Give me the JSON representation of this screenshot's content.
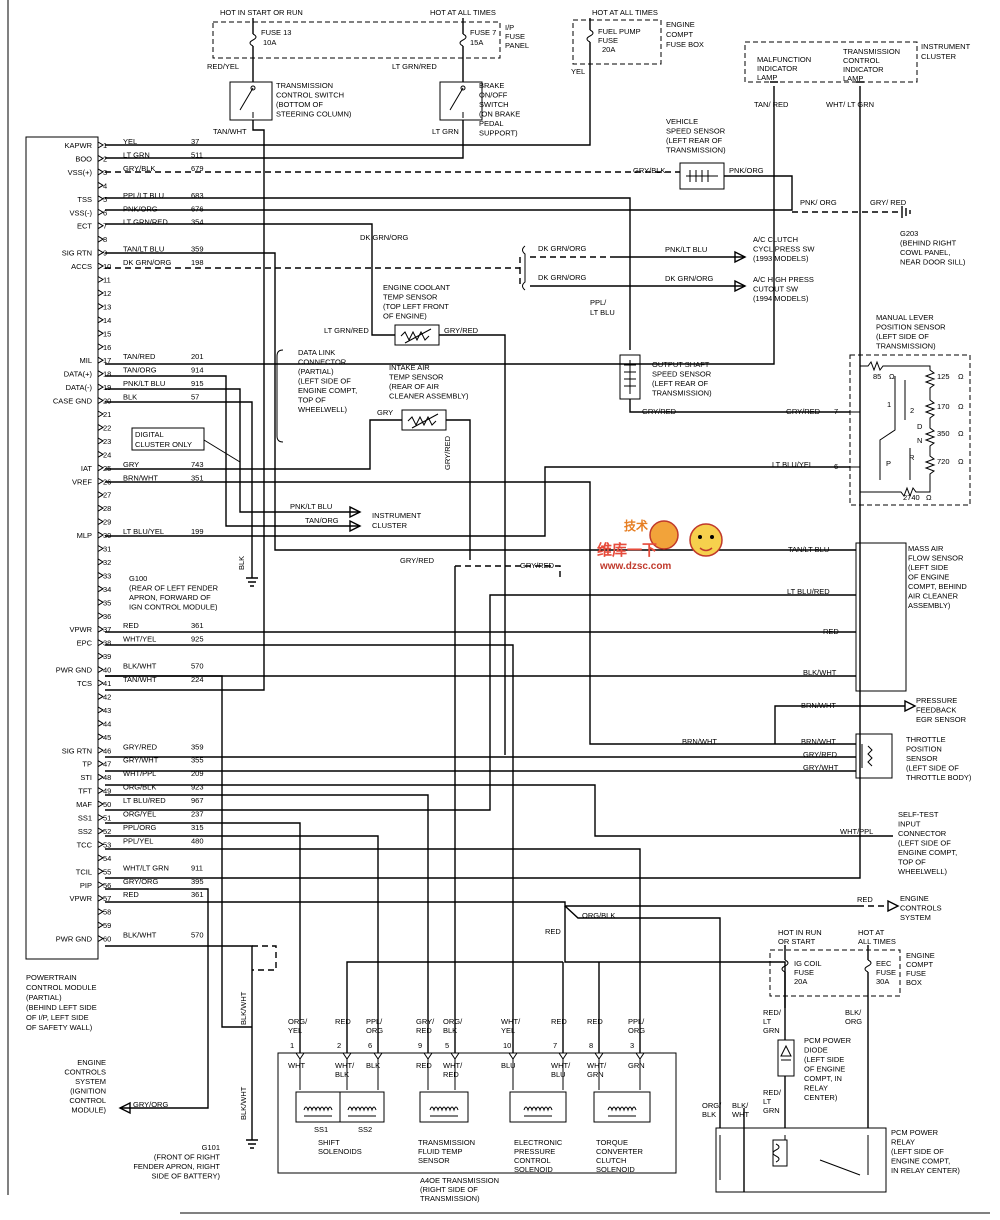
{
  "pcm": {
    "name_lines": [
      "POWERTRAIN",
      "CONTROL MODULE",
      "(PARTIAL)",
      "(BEHIND LEFT SIDE",
      "OF I/P, LEFT SIDE",
      "OF SAFETY WALL)"
    ],
    "labels": [
      "KAPWR",
      "BOO",
      "VSS(+)",
      "TSS",
      "VSS(-)",
      "ECT",
      "SIG RTN",
      "ACCS",
      "MIL",
      "DATA(+)",
      "DATA(-)",
      "CASE GND",
      "IAT",
      "VREF",
      "MLP",
      "VPWR",
      "EPC",
      "PWR GND",
      "TCS",
      "SIG RTN",
      "TP",
      "STI",
      "TFT",
      "MAF",
      "SS1",
      "SS2",
      "TCC",
      "TCIL",
      "PIP",
      "VPWR",
      "PWR GND"
    ],
    "pins": [
      {
        "n": "1",
        "color": "YEL",
        "circuit": "37"
      },
      {
        "n": "2",
        "color": "LT GRN",
        "circuit": "511"
      },
      {
        "n": "3",
        "color": "GRY/BLK",
        "circuit": "679"
      },
      {
        "n": "5",
        "color": "PPL/LT BLU",
        "circuit": "683"
      },
      {
        "n": "6",
        "color": "PNK/ORG",
        "circuit": "676"
      },
      {
        "n": "7",
        "color": "LT GRN/RED",
        "circuit": "354"
      },
      {
        "n": "9",
        "color": "TAN/LT BLU",
        "circuit": "359"
      },
      {
        "n": "10",
        "color": "DK GRN/ORG",
        "circuit": "198"
      },
      {
        "n": "17",
        "color": "TAN/RED",
        "circuit": "201"
      },
      {
        "n": "18",
        "color": "TAN/ORG",
        "circuit": "914"
      },
      {
        "n": "19",
        "color": "PNK/LT BLU",
        "circuit": "915"
      },
      {
        "n": "20",
        "color": "BLK",
        "circuit": "57"
      },
      {
        "n": "25",
        "color": "GRY",
        "circuit": "743"
      },
      {
        "n": "26",
        "color": "BRN/WHT",
        "circuit": "351"
      },
      {
        "n": "30",
        "color": "LT BLU/YEL",
        "circuit": "199"
      },
      {
        "n": "37",
        "color": "RED",
        "circuit": "361"
      },
      {
        "n": "38",
        "color": "WHT/YEL",
        "circuit": "925"
      },
      {
        "n": "40",
        "color": "BLK/WHT",
        "circuit": "570"
      },
      {
        "n": "41",
        "color": "TAN/WHT",
        "circuit": "224"
      },
      {
        "n": "46",
        "color": "GRY/RED",
        "circuit": "359"
      },
      {
        "n": "47",
        "color": "GRY/WHT",
        "circuit": "355"
      },
      {
        "n": "48",
        "color": "WHT/PPL",
        "circuit": "209"
      },
      {
        "n": "49",
        "color": "ORG/BLK",
        "circuit": "923"
      },
      {
        "n": "50",
        "color": "LT BLU/RED",
        "circuit": "967"
      },
      {
        "n": "51",
        "color": "ORG/YEL",
        "circuit": "237"
      },
      {
        "n": "52",
        "color": "PPL/ORG",
        "circuit": "315"
      },
      {
        "n": "53",
        "color": "PPL/YEL",
        "circuit": "480"
      },
      {
        "n": "55",
        "color": "WHT/LT GRN",
        "circuit": "911"
      },
      {
        "n": "56",
        "color": "GRY/ORG",
        "circuit": "395"
      },
      {
        "n": "57",
        "color": "RED",
        "circuit": "361"
      },
      {
        "n": "60",
        "color": "BLK/WHT",
        "circuit": "570"
      }
    ],
    "spare_pins": [
      "4",
      "8",
      "11",
      "12",
      "13",
      "14",
      "15",
      "16",
      "21",
      "22",
      "23",
      "24",
      "27",
      "28",
      "29",
      "31",
      "32",
      "33",
      "34",
      "35",
      "36",
      "39",
      "42",
      "43",
      "44",
      "45",
      "54",
      "58",
      "59"
    ]
  },
  "fuse_panel": {
    "hot_start_run": "HOT IN START OR RUN",
    "hot_all_times": "HOT AT ALL TIMES",
    "fuse13": [
      "FUSE 13",
      "10A"
    ],
    "fuse7": [
      "FUSE 7",
      "15A"
    ],
    "panel_label": [
      "I/P",
      "FUSE",
      "PANEL"
    ]
  },
  "compt_fuse": {
    "hot": "HOT AT ALL TIMES",
    "fuse": [
      "FUEL PUMP",
      "FUSE",
      "20A"
    ],
    "box": [
      "ENGINE",
      "COMPT",
      "FUSE BOX"
    ]
  },
  "cluster": {
    "mil_lamp": [
      "MALFUNCTION",
      "INDICATOR",
      "LAMP"
    ],
    "tcil_lamp": [
      "TRANSMISSION",
      "CONTROL",
      "INDICATOR",
      "LAMP"
    ],
    "label": [
      "INSTRUMENT",
      "CLUSTER"
    ]
  },
  "components": {
    "tcs_switch": [
      "TRANSMISSION",
      "CONTROL SWITCH",
      "(BOTTOM OF",
      "STEERING COLUMN)"
    ],
    "brake_switch": [
      "BRAKE",
      "ON/OFF",
      "SWITCH",
      "(ON BRAKE",
      "PEDAL",
      "SUPPORT)"
    ],
    "vss": [
      "VEHICLE",
      "SPEED SENSOR",
      "(LEFT REAR OF",
      "TRANSMISSION)"
    ],
    "g203": [
      "G203",
      "(BEHIND RIGHT",
      "COWL PANEL,",
      "NEAR DOOR SILL)"
    ],
    "ac_clutch": [
      "A/C CLUTCH",
      "CYCL PRESS SW",
      "(1993 MODELS)"
    ],
    "ac_high": [
      "A/C HIGH PRESS",
      "CUTOUT SW",
      "(1994 MODELS)"
    ],
    "ect": [
      "ENGINE COOLANT",
      "TEMP SENSOR",
      "(TOP LEFT FRONT",
      "OF ENGINE)"
    ],
    "mlp": [
      "MANUAL LEVER",
      "POSITION SENSOR",
      "(LEFT SIDE OF",
      "TRANSMISSION)"
    ],
    "dlc": [
      "DATA LINK",
      "CONNECTOR",
      "(PARTIAL)",
      "(LEFT SIDE OF",
      "ENGINE COMPT,",
      "TOP OF",
      "WHEELWELL)"
    ],
    "iat": [
      "INTAKE AIR",
      "TEMP SENSOR",
      "(REAR OF AIR",
      "CLEANER ASSEMBLY)"
    ],
    "oss": [
      "OUTPUT SHAFT",
      "SPEED SENSOR",
      "(LEFT REAR OF",
      "TRANSMISSION)"
    ],
    "digital_cluster": [
      "DIGITAL",
      "CLUSTER ONLY"
    ],
    "instrument_cluster": [
      "INSTRUMENT",
      "CLUSTER"
    ],
    "g100": [
      "G100",
      "(REAR OF LEFT FENDER",
      "APRON, FORWARD OF",
      "IGN CONTROL MODULE)"
    ],
    "maf": [
      "MASS AIR",
      "FLOW SENSOR",
      "(LEFT SIDE",
      "OF ENGINE",
      "COMPT, BEHIND",
      "AIR CLEANER",
      "ASSEMBLY)"
    ],
    "pfe": [
      "PRESSURE",
      "FEEDBACK",
      "EGR SENSOR"
    ],
    "tp": [
      "THROTTLE",
      "POSITION",
      "SENSOR",
      "(LEFT SIDE OF",
      "THROTTLE BODY)"
    ],
    "sti": [
      "SELF-TEST",
      "INPUT",
      "CONNECTOR",
      "(LEFT SIDE OF",
      "ENGINE COMPT,",
      "TOP OF",
      "WHEELWELL)"
    ],
    "ecs": [
      "ENGINE",
      "CONTROLS",
      "SYSTEM"
    ],
    "ecs_left": [
      "ENGINE",
      "CONTROLS",
      "SYSTEM",
      "(IGNITION",
      "CONTROL",
      "MODULE)"
    ],
    "g101": [
      "G101",
      "(FRONT OF RIGHT",
      "FENDER APRON, RIGHT",
      "SIDE OF BATTERY)"
    ],
    "pcm_fuse_box": {
      "hot_run": [
        "HOT IN RUN",
        "OR START"
      ],
      "hot_all": [
        "HOT AT",
        "ALL TIMES"
      ],
      "f1": [
        "IG COIL",
        "FUSE",
        "20A"
      ],
      "f2": [
        "EEC",
        "FUSE",
        "30A"
      ],
      "label": [
        "ENGINE",
        "COMPT",
        "FUSE",
        "BOX"
      ]
    },
    "diode": [
      "PCM POWER",
      "DIODE",
      "(LEFT SIDE",
      "OF ENGINE",
      "COMPT, IN",
      "RELAY",
      "CENTER)"
    ],
    "relay": [
      "PCM POWER",
      "RELAY",
      "(LEFT SIDE OF",
      "ENGINE COMPT,",
      "IN RELAY CENTER)"
    ]
  },
  "mlp_values": {
    "resistors": [
      "85",
      "125",
      "170",
      "350",
      "720",
      "2740"
    ],
    "ohm": "Ω",
    "positions": [
      "1",
      "2",
      "D",
      "N",
      "R",
      "P"
    ],
    "pins": [
      "7",
      "6"
    ]
  },
  "transmission": {
    "title": [
      "A4OE TRANSMISSION",
      "(RIGHT SIDE OF",
      "TRANSMISSION)"
    ],
    "pins": [
      "1",
      "2",
      "6",
      "9",
      "5",
      "10",
      "7",
      "8",
      "3"
    ],
    "top_wires": [
      "ORG/ YEL",
      "RED",
      "PPL/ ORG",
      "GRY/ RED",
      "ORG/ BLK",
      "WHT/ YEL",
      "RED",
      "RED",
      "PPL/ ORG"
    ],
    "inner_wires": [
      "WHT",
      "WHT/ BLK",
      "BLK",
      "RED",
      "WHT/ RED",
      "BLU",
      "WHT/ BLU",
      "WHT/ GRN",
      "GRN"
    ],
    "solenoids": [
      "SS1",
      "SS2"
    ],
    "groups": [
      [
        "SHIFT",
        "SOLENOIDS"
      ],
      [
        "TRANSMISSION",
        "FLUID TEMP",
        "SENSOR"
      ],
      [
        "ELECTRONIC",
        "PRESSURE",
        "CONTROL",
        "SOLENOID"
      ],
      [
        "TORQUE",
        "CONVERTER",
        "CLUTCH",
        "SOLENOID"
      ]
    ]
  },
  "wire_labels": {
    "red_yel": "RED/YEL",
    "lt_grn_red": "LT GRN/RED",
    "yel": "YEL",
    "tan_wht": "TAN/WHT",
    "lt_grn": "LT GRN",
    "tan_red": "TAN/ RED",
    "wht_ltgrn": "WHT/ LT GRN",
    "gry_blk": "GRY/BLK",
    "pnk_org": "PNK/ORG",
    "pnk_org2": "PNK/ ORG",
    "gry_red": "GRY/ RED",
    "dk_grn_org": "DK GRN/ORG",
    "pnk_lt_blu": "PNK/LT BLU",
    "ppl_lt_blu": "PPL/ LT BLU",
    "lt_grn_red2": "LT GRN/RED",
    "gry_red2": "GRY/RED",
    "gry": "GRY",
    "gry_red_v": "GRY/RED",
    "lt_blu_yel": "LT BLU/YEL",
    "tan_org": "TAN/ORG",
    "blk": "BLK",
    "tan_lt_blu": "TAN/LT BLU",
    "lt_blu_red": "LT BLU/RED",
    "red": "RED",
    "blk_wht": "BLK/WHT",
    "brn_wht": "BRN/WHT",
    "gry_wht": "GRY/WHT",
    "wht_ppl": "WHT/PPL",
    "org_blk": "ORG/BLK",
    "gry_org": "GRY/ORG",
    "blk_wht_v": "BLK/WHT",
    "red_lt_grn": "RED/ LT GRN",
    "blk_org": "BLK/ ORG",
    "org_blk2": "ORG/ BLK",
    "blk_wht2": "BLK/ WHT"
  },
  "watermark": {
    "line1": "维库一下",
    "line2": "www.dzsc.com",
    "logo": "技术"
  }
}
